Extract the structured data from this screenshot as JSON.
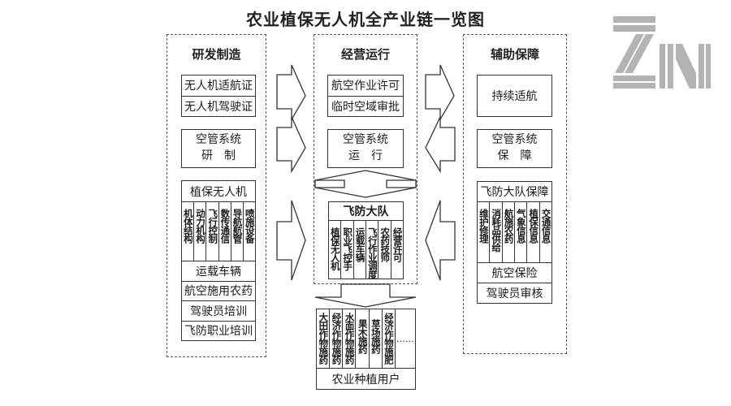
{
  "title": "农业植保无人机全产业链一览图",
  "logo": {
    "text": "ZN",
    "color": "#b3b3b3"
  },
  "columns": {
    "rd": {
      "heading": "研发制造",
      "certs": [
        "无人机适航证",
        "无人机驾驶证"
      ],
      "atc": [
        "空管系统",
        "研　制"
      ],
      "drone": {
        "heading": "植保无人机",
        "parts": [
          "机体结构",
          "动力机构",
          "飞行控制",
          "数传通信",
          "导航航管",
          "喷施设备"
        ],
        "rows": [
          "运载车辆",
          "航空施用农药",
          "驾驶员培训",
          "飞防职业培训"
        ]
      }
    },
    "ops": {
      "heading": "经营运行",
      "permits": [
        "航空作业许可",
        "临时空域审批"
      ],
      "atc": [
        "空管系统",
        "运　行"
      ],
      "team": {
        "heading": "飞防大队",
        "parts": [
          "植保无人机",
          "职业飞控手",
          "运载车辆",
          "飞行作业调度",
          "农药技师",
          "经营许可"
        ]
      }
    },
    "support": {
      "heading": "辅助保障",
      "airworthiness": "持续适航",
      "atc": [
        "空管系统",
        "保　障"
      ],
      "team_support": {
        "heading": "飞防大队保障",
        "parts": [
          "维护修理",
          "消耗品供给",
          "航施农药",
          "气象信息",
          "植保信息",
          "交通信息"
        ],
        "rows": [
          "航空保险",
          "驾驶员审核"
        ]
      }
    }
  },
  "users": {
    "heading": "农业种植用户",
    "parts": [
      "大田作物施药",
      "经济作物施药",
      "水面作物施药",
      "果木施药",
      "草场施药",
      "经济作物施肥",
      "……"
    ]
  }
}
